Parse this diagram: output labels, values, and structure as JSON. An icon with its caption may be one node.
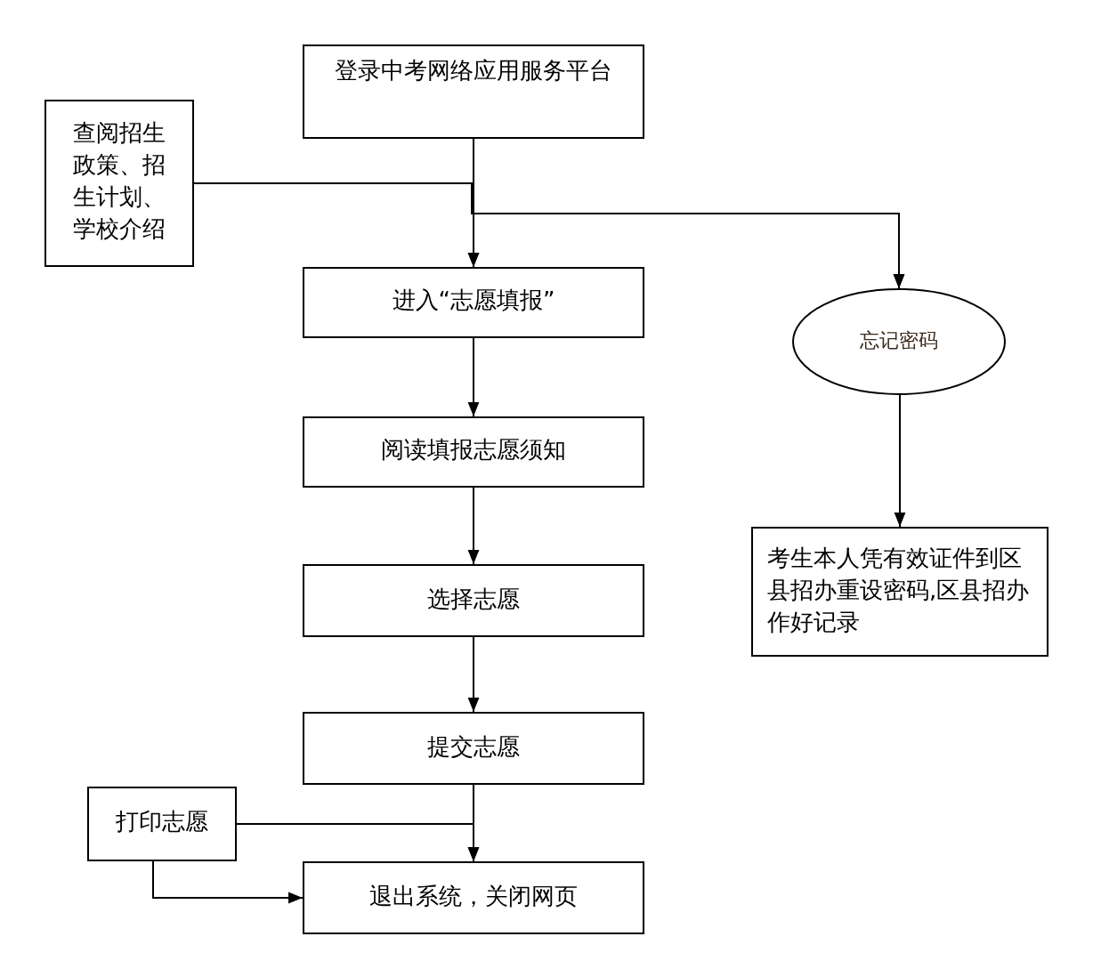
{
  "diagram": {
    "nodes": [
      {
        "text": [
          "登录中考网络应用服务平台"
        ]
      },
      {
        "text": [
          "查阅招生政策、招生计划、学校介绍"
        ]
      },
      {
        "text": [
          "进入“志愿填报”"
        ]
      },
      {
        "text": [
          "阅读填报志愿须知"
        ]
      },
      {
        "text": [
          "选择志愿"
        ]
      },
      {
        "text": [
          "提交志愿"
        ]
      },
      {
        "text": [
          "打印志愿"
        ]
      },
      {
        "text": [
          "退出系统，关闭网页"
        ]
      },
      {
        "text": [
          "忘记密码"
        ]
      },
      {
        "text": [
          "考生本人凭有效证件到区县招办重设密码,区县招办作好记录"
        ]
      }
    ],
    "edges": [
      {
        "from": 0,
        "to": 2,
        "arrow": "to"
      },
      {
        "from": 1,
        "to": 2,
        "arrow": "to"
      },
      {
        "from": 0,
        "to": 8,
        "arrow": "to"
      },
      {
        "from": 1,
        "to": 8,
        "arrow": "to"
      },
      {
        "from": 2,
        "to": 3,
        "arrow": "to"
      },
      {
        "from": 3,
        "to": 4,
        "arrow": "to"
      },
      {
        "from": 4,
        "to": 5,
        "arrow": "to"
      },
      {
        "from": 5,
        "to": 7,
        "arrow": "to"
      },
      {
        "from": 6,
        "to": 7,
        "arrow": "to"
      },
      {
        "from": 6,
        "to": 7,
        "arrow": "to"
      },
      {
        "from": 8,
        "to": 9,
        "arrow": "to"
      }
    ]
  }
}
